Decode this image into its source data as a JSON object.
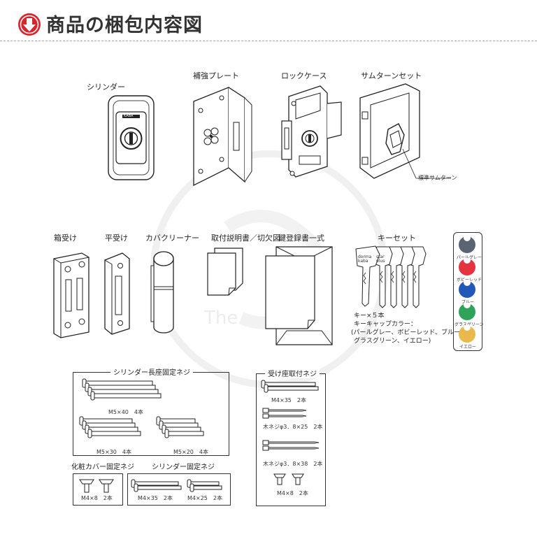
{
  "header": {
    "title": "商品の梱包内容図",
    "icon": "down-arrow-circle-icon",
    "accent": "#d9262c"
  },
  "watermark": "The",
  "parts": {
    "cylinder": "シリンダー",
    "cylinder_brand": "KABA",
    "reinforce_plate": "補強プレート",
    "lock_case": "ロックケース",
    "thumbturn_set": "サムターンセット",
    "thumbturn_std": "標準サムターン",
    "strike_box": "箱受け",
    "strike_flat": "平受け",
    "cover_cleaner": "カバクリーナー",
    "manual": "取付説明書／切欠図",
    "key_register": "鍵登録書一式",
    "key_set": "キーセット"
  },
  "key_info": {
    "count": "キー×５本",
    "cap_label": "キーキャップカラー：",
    "cap_colors_1": "(パールグレー、ボビーレッド、ブルー",
    "cap_colors_2": "グラスグリーン、イエロー)",
    "brand_1": "dorma",
    "brand_2": "kaba",
    "brand_3": "star",
    "brand_4": "plus"
  },
  "caps": [
    {
      "name": "パールグレー",
      "color": "#5b6473"
    },
    {
      "name": "ボビーレッド",
      "color": "#e3343f"
    },
    {
      "name": "ブルー",
      "color": "#2258b8"
    },
    {
      "name": "グラスグリーン",
      "color": "#2fa35a"
    },
    {
      "name": "イエロー",
      "color": "#e9b94c"
    }
  ],
  "screws": {
    "cyl_long_title": "シリンダー長座固定ネジ",
    "m5x40": "M5×40　4本",
    "m5x30": "M5×30　4本",
    "m5x20": "M5×20　4本",
    "cover_title": "化粧カバー固定ネジ",
    "cover_m4x8": "M4×8　2本",
    "cyl_fix_title": "シリンダー固定ネジ",
    "m4x35": "M4×35　2本",
    "m4x25": "M4×25　2本",
    "strike_title": "受け座取付ネジ",
    "s_m4x35": "M4×35　2本",
    "wood_25": "木ネジφ3．8×25　2本",
    "wood_38": "木ネジφ3．8×38　2本",
    "s_m4x8": "M4×8　2本"
  }
}
